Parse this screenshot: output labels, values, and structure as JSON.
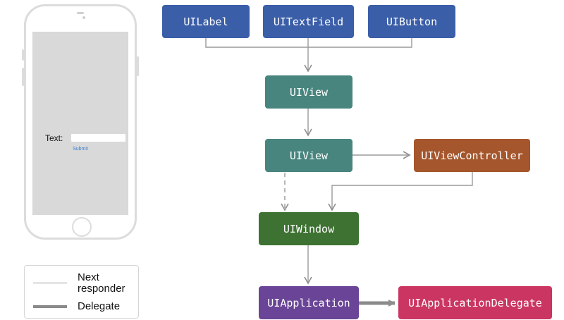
{
  "phone": {
    "text_label": "Text:",
    "submit_label": "Submit"
  },
  "nodes": {
    "uilabel": {
      "label": "UILabel",
      "color": "#3b5ea8"
    },
    "uitextfield": {
      "label": "UITextField",
      "color": "#3b5ea8"
    },
    "uibutton": {
      "label": "UIButton",
      "color": "#3b5ea8"
    },
    "uiview_top": {
      "label": "UIView",
      "color": "#48857e"
    },
    "uiview_mid": {
      "label": "UIView",
      "color": "#48857e"
    },
    "uiviewcontroller": {
      "label": "UIViewController",
      "color": "#a5562c"
    },
    "uiwindow": {
      "label": "UIWindow",
      "color": "#3e7232"
    },
    "uiapplication": {
      "label": "UIApplication",
      "color": "#6a4496"
    },
    "uiapplicationdelegate": {
      "label": "UIApplicationDelegate",
      "color": "#cb3562"
    }
  },
  "legend": {
    "next_responder": "Next\nresponder",
    "delegate": "Delegate"
  },
  "colors": {
    "arrow": "#8e8e8e",
    "legend_border": "#d5d5d5"
  }
}
